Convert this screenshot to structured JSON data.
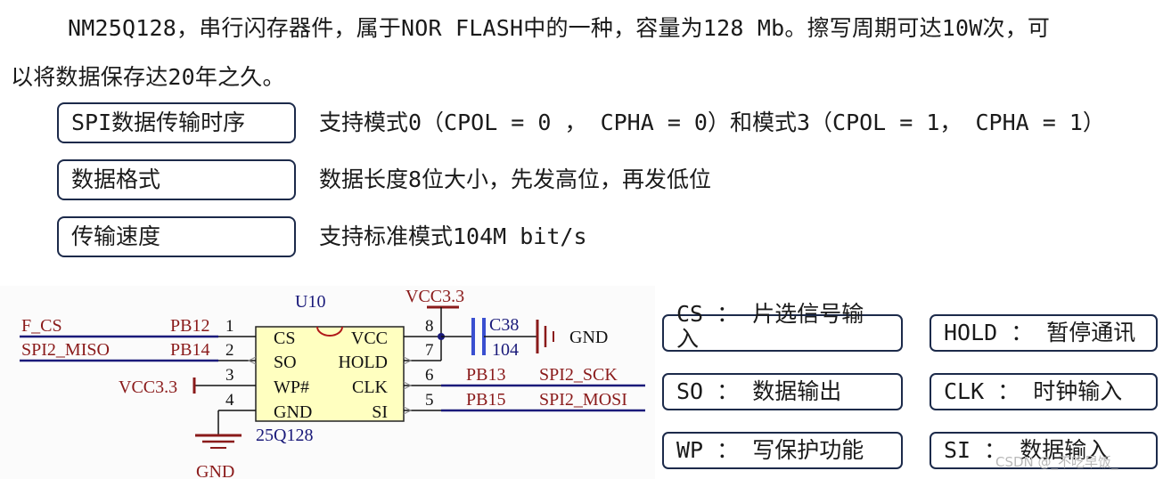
{
  "intro": {
    "line1": "NM25Q128，串行闪存器件，属于NOR FLASH中的一种，容量为128 Mb。擦写周期可达10W次，可",
    "line2": "以将数据保存达20年之久。"
  },
  "specs": [
    {
      "label": "SPI数据传输时序",
      "value": "支持模式0（CPOL = 0 ， CPHA = 0）和模式3（CPOL = 1， CPHA = 1）"
    },
    {
      "label": "数据格式",
      "value": "数据长度8位大小，先发高位，再发低位"
    },
    {
      "label": "传输速度",
      "value": "支持标准模式104M bit/s"
    }
  ],
  "schematic": {
    "designator": "U10",
    "part": "25Q128",
    "vcc_top": "VCC3.3",
    "vcc_left": "VCC3.3",
    "gnd_right": "GND",
    "gnd_bottom": "GND",
    "cap_name": "C38",
    "cap_value": "104",
    "pins": {
      "p1": {
        "num": "1",
        "name": "CS",
        "port": "PB12",
        "net": "F_CS"
      },
      "p2": {
        "num": "2",
        "name": "SO",
        "port": "PB14",
        "net": "SPI2_MISO"
      },
      "p3": {
        "num": "3",
        "name": "WP#"
      },
      "p4": {
        "num": "4",
        "name": "GND"
      },
      "p5": {
        "num": "5",
        "name": "SI",
        "port": "PB15",
        "net": "SPI2_MOSI"
      },
      "p6": {
        "num": "6",
        "name": "CLK",
        "port": "PB13",
        "net": "SPI2_SCK"
      },
      "p7": {
        "num": "7",
        "name": "HOLD"
      },
      "p8": {
        "num": "8",
        "name": "VCC"
      }
    }
  },
  "pin_descriptions": {
    "cs": "CS ： 片选信号输入",
    "hold": "HOLD ： 暂停通讯",
    "so": "SO ： 数据输出",
    "clk": "CLK ： 时钟输入",
    "wp": "WP ： 写保护功能",
    "si": "SI ： 数据输入"
  },
  "watermark": "CSDN @_不吃早饭_",
  "colors": {
    "text": "#1a1a1a",
    "box_border": "#1c2a4a",
    "wire": "#1a1a7a",
    "power": "#8a1a1a",
    "label_red": "#8a1a1a",
    "ic_fill": "#ffffc0",
    "cap": "#3a4fd0"
  }
}
